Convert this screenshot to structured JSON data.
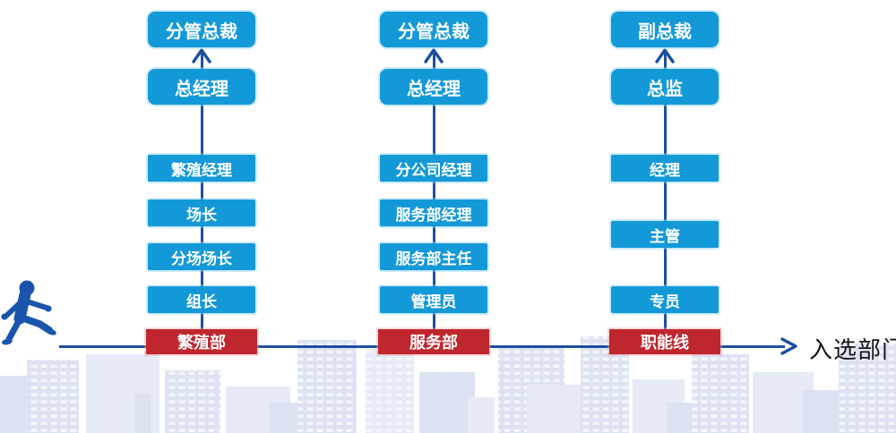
{
  "axis_label": "入选部门",
  "columns": [
    {
      "top_levels": [
        "分管总裁",
        "总经理"
      ],
      "mid_levels": [
        "繁殖经理",
        "场长",
        "分场场长",
        "组长"
      ],
      "base": "繁殖部"
    },
    {
      "top_levels": [
        "分管总裁",
        "总经理"
      ],
      "mid_levels": [
        "分公司经理",
        "服务部经理",
        "服务部主任",
        "管理员"
      ],
      "base": "服务部"
    },
    {
      "top_levels": [
        "副总裁",
        "总监"
      ],
      "mid_levels": [
        "经理",
        "主管",
        "专员"
      ],
      "base": "职能线"
    }
  ],
  "icons": {
    "person": "walking-person-icon"
  },
  "colors": {
    "level_box_blue": "#1499d8",
    "department_box_red": "#c0262d",
    "connector_blue": "#1d4f9e",
    "person_blue": "#1b54ad",
    "skyline": "#dde2f3"
  }
}
